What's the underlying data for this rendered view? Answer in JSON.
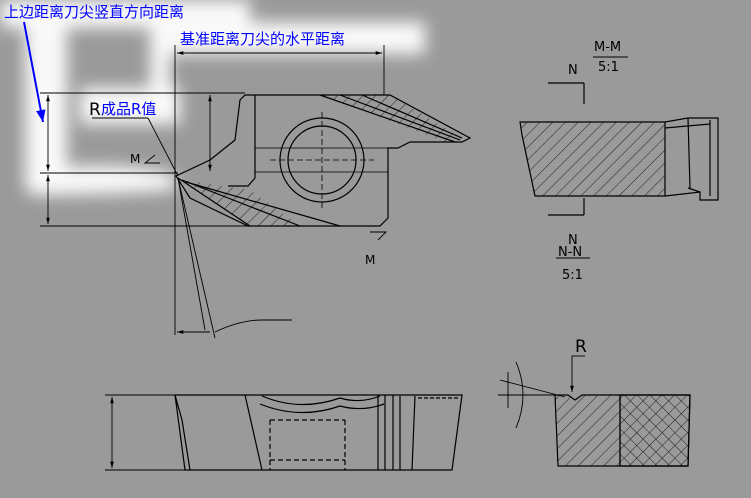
{
  "annotations": {
    "top_edge_vertical_distance": "上边距离刀尖竖直方向距离",
    "horizontal_distance": "基准距离刀尖的水平距离",
    "finished_radius": "成品R值",
    "radius_symbol_main": "R",
    "radius_symbol_detail": "R"
  },
  "section_labels": {
    "m_main_top": "M",
    "m_main_bottom": "M",
    "section_mm_title": "M-M",
    "section_mm_scale": "5:1",
    "n_top": "N",
    "n_bottom": "N",
    "section_nn_title": "N-N",
    "section_nn_scale": "5:1"
  },
  "colors": {
    "background": "#9a9a9a",
    "line": "#000000",
    "annotation_text": "#0000ff",
    "glow": "#ffffff"
  }
}
